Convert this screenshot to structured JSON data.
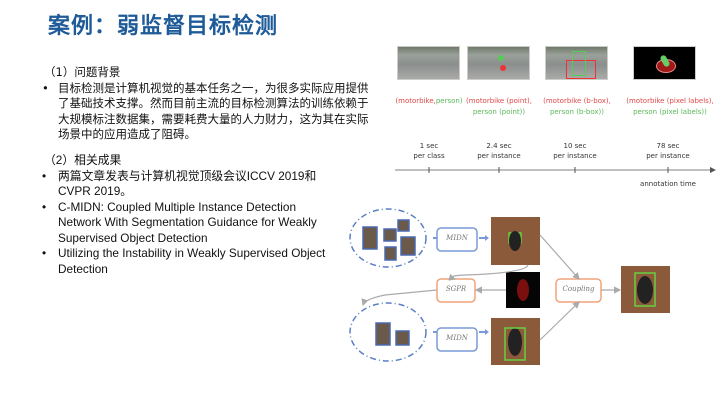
{
  "title": "案例：弱监督目标检测",
  "section1": {
    "heading": "（1）问题背景",
    "bullets": [
      "目标检测是计算机视觉的基本任务之一，为很多实际应用提供了基础技术支撑。然而目前主流的目标检测算法的训练依赖于大规模标注数据集，需要耗费大量的人力财力，这为其在实际场景中的应用造成了阻碍。"
    ]
  },
  "section2": {
    "heading": "（2）相关成果",
    "bullets": [
      "两篇文章发表与计算机视觉顶级会议ICCV 2019和CVPR 2019。",
      "C-MIDN: Coupled Multiple Instance Detection Network With Segmentation Guidance for Weakly Supervised Object Detection",
      "Utilizing the Instability in Weakly Supervised Object Detection"
    ]
  },
  "annotation_figure": {
    "labels": [
      {
        "a": "(motorbike,",
        "b": "person)",
        "c": ""
      },
      {
        "a": "(motorbike (point),",
        "b": "person (point))",
        "c": ""
      },
      {
        "a": "(motorbike (b-box),",
        "b": "person (b-box))",
        "c": ""
      },
      {
        "a": "(motorbike (pixel labels),",
        "b": "person (pixel labels))",
        "c": ""
      }
    ],
    "times": [
      {
        "t": "1 sec",
        "u": "per class"
      },
      {
        "t": "2.4 sec",
        "u": "per instance"
      },
      {
        "t": "10 sec",
        "u": "per instance"
      },
      {
        "t": "78 sec",
        "u": "per instance"
      }
    ],
    "axis_label": "annotation time"
  },
  "diagram": {
    "midn_top": "MIDN",
    "midn_bottom": "MIDN",
    "sgpr": "SGPR",
    "coupling": "Coupling",
    "colors": {
      "blue": "#7a9ad6",
      "orange": "#f0a47a",
      "green": "#66d040"
    }
  }
}
